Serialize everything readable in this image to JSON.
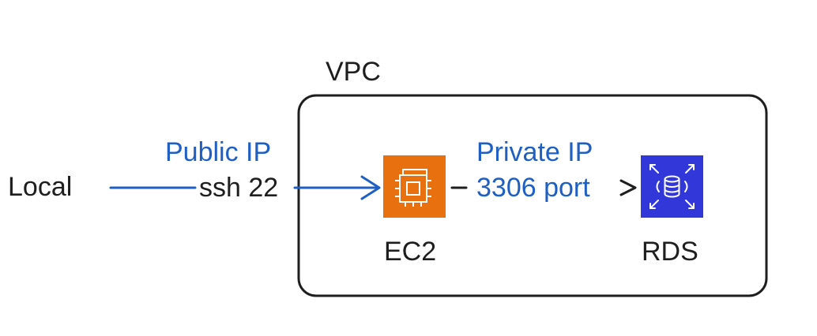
{
  "vpc": {
    "label": "VPC"
  },
  "local": {
    "label": "Local"
  },
  "public_link": {
    "label_top": "Public IP",
    "label_bottom": "ssh 22"
  },
  "ec2": {
    "label": "EC2",
    "icon": "ec2-chip-icon",
    "color": "#e8700f"
  },
  "private_link": {
    "label_top": "Private IP",
    "label_bottom": "3306 port"
  },
  "rds": {
    "label": "RDS",
    "icon": "rds-database-icon",
    "color": "#3137d9"
  },
  "colors": {
    "ink": "#1e1e1e",
    "link_text": "#1f5fc4",
    "arrow": "#1f5fc4"
  }
}
